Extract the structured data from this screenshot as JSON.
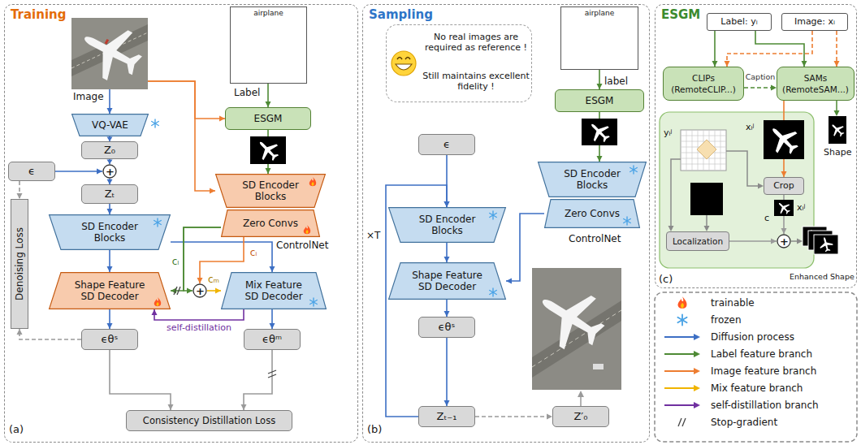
{
  "diagram": {
    "nodes": [
      {
        "text": [
          "Training",
          "(a)"
        ]
      },
      {
        "text": [
          "Image"
        ],
        "in": 0
      },
      {
        "text": [
          "airplane",
          "Label"
        ],
        "in": 0
      },
      {
        "text": [
          "VQ-VAE"
        ],
        "in": 0
      },
      {
        "text": [
          "ESGM"
        ],
        "in": 0
      },
      {
        "text": [
          "Z₀"
        ],
        "in": 0
      },
      {
        "text": [
          "SD Encoder Blocks"
        ],
        "in": 0
      },
      {
        "text": [
          "Zero Convs"
        ],
        "in": 0
      },
      {
        "text": [
          "ϵ"
        ],
        "in": 0
      },
      {
        "text": [
          "+"
        ],
        "in": 0
      },
      {
        "text": [
          "Zₜ"
        ],
        "in": 0
      },
      {
        "text": [
          "SD Encoder Blocks"
        ],
        "in": 0
      },
      {
        "text": [
          "Shape Feature SD Decoder"
        ],
        "in": 0
      },
      {
        "text": [
          "+"
        ],
        "in": 0
      },
      {
        "text": [
          "Mix Feature SD Decoder"
        ],
        "in": 0
      },
      {
        "text": [
          "ϵθˢ"
        ],
        "in": 0
      },
      {
        "text": [
          "ϵθᵐ"
        ],
        "in": 0
      },
      {
        "text": [
          "Denoising Loss"
        ],
        "in": 0
      },
      {
        "text": [
          "Consistency Distillation Loss"
        ],
        "in": 0
      },
      {
        "text": [
          "Sampling",
          "(b)"
        ]
      },
      {
        "text": [
          "No real images are required as reference !",
          "Still maintains excellent fidelity !"
        ],
        "in": 19
      },
      {
        "text": [
          "airplane",
          "label"
        ],
        "in": 19
      },
      {
        "text": [
          "ESGM"
        ],
        "in": 19
      },
      {
        "text": [
          "ϵ"
        ],
        "in": 19
      },
      {
        "text": [
          "SD Encoder Blocks"
        ],
        "in": 19
      },
      {
        "text": [
          "Zero Convs"
        ],
        "in": 19
      },
      {
        "text": [
          "SD Encoder Blocks"
        ],
        "in": 19
      },
      {
        "text": [
          "Shape Feature SD Decoder"
        ],
        "in": 19
      },
      {
        "text": [
          "ϵθˢ"
        ],
        "in": 19
      },
      {
        "text": [
          "Zₜ₋₁"
        ],
        "in": 19
      },
      {
        "text": [
          "Z′₀"
        ],
        "in": 19
      },
      {
        "text": [
          "ESGM",
          "(c)"
        ]
      },
      {
        "text": [
          "Label: yᵢ"
        ],
        "in": 31
      },
      {
        "text": [
          "Image: xᵢ"
        ],
        "in": 31
      },
      {
        "text": [
          "CLIPs (RemoteCLIP...)"
        ],
        "in": 31
      },
      {
        "text": [
          "SAMs (RemoteSAM...)"
        ],
        "in": 31
      },
      {
        "text": [
          "Crop"
        ],
        "in": 31
      },
      {
        "text": [
          "Localization"
        ],
        "in": 31
      },
      {
        "text": [
          "+"
        ],
        "in": 31
      }
    ],
    "edges": [
      {
        "from": 1,
        "to": 3,
        "arrow": "to"
      },
      {
        "from": 1,
        "to": 4,
        "arrow": "to"
      },
      {
        "from": 1,
        "to": 6,
        "arrow": "to"
      },
      {
        "from": 2,
        "to": 4,
        "arrow": "to"
      },
      {
        "from": 4,
        "to": 6,
        "arrow": "to"
      },
      {
        "from": 3,
        "to": 5,
        "arrow": "to"
      },
      {
        "from": 5,
        "to": 9,
        "arrow": "to"
      },
      {
        "from": 8,
        "to": 9,
        "arrow": "to"
      },
      {
        "from": 9,
        "to": 10,
        "arrow": "to"
      },
      {
        "from": 10,
        "to": 11,
        "arrow": "to"
      },
      {
        "from": 11,
        "to": 12,
        "arrow": "to"
      },
      {
        "from": 11,
        "to": 14,
        "arrow": "to"
      },
      {
        "from": 7,
        "to": 12,
        "label": "cₗ",
        "arrow": "to"
      },
      {
        "from": 7,
        "to": 13,
        "arrow": "to"
      },
      {
        "from": 7,
        "to": 13,
        "label": "cᵢ",
        "arrow": "to"
      },
      {
        "from": 13,
        "to": 14,
        "label": "cₘ",
        "arrow": "to"
      },
      {
        "from": 14,
        "to": 12,
        "label": "self-distillation",
        "arrow": "to"
      },
      {
        "from": 12,
        "to": 15,
        "arrow": "to"
      },
      {
        "from": 14,
        "to": 16,
        "arrow": "to"
      },
      {
        "from": 15,
        "to": 18,
        "arrow": "to"
      },
      {
        "from": 16,
        "to": 18,
        "arrow": "to"
      },
      {
        "from": 8,
        "to": 17,
        "arrow": "to"
      },
      {
        "from": 15,
        "to": 17,
        "arrow": "to"
      },
      {
        "from": 21,
        "to": 22,
        "arrow": "to"
      },
      {
        "from": 22,
        "to": 24,
        "arrow": "to"
      },
      {
        "from": 23,
        "to": 26,
        "arrow": "to"
      },
      {
        "from": 25,
        "to": 27,
        "arrow": "to"
      },
      {
        "from": 26,
        "to": 27,
        "arrow": "to"
      },
      {
        "from": 27,
        "to": 28,
        "arrow": "to"
      },
      {
        "from": 28,
        "to": 29,
        "arrow": "to"
      },
      {
        "from": 29,
        "to": 26,
        "arrow": "to"
      },
      {
        "from": 29,
        "to": 30,
        "arrow": "to"
      },
      {
        "from": 32,
        "to": 34,
        "arrow": "to"
      },
      {
        "from": 33,
        "to": 34,
        "arrow": "to"
      },
      {
        "from": 32,
        "to": 35,
        "arrow": "to"
      },
      {
        "from": 33,
        "to": 35,
        "arrow": "to"
      },
      {
        "from": 34,
        "to": 35,
        "label": "Caption",
        "arrow": "to"
      },
      {
        "from": 35,
        "to": 36,
        "arrow": "to"
      },
      {
        "from": 36,
        "to": 38,
        "arrow": "to"
      },
      {
        "from": 37,
        "to": 38,
        "arrow": "to"
      }
    ],
    "labels": [
      "ControlNet",
      "ControlNet",
      "×T",
      "yᵢʲ",
      "xᵢʲ",
      "xᵢʲ",
      "c",
      "Shape",
      "Enhanced Shape"
    ],
    "legend": [
      {
        "text": "trainable"
      },
      {
        "text": "frozen"
      },
      {
        "text": "Diffusion process"
      },
      {
        "text": "Label feature branch"
      },
      {
        "text": "Image feature branch"
      },
      {
        "text": "Mix feature branch"
      },
      {
        "text": "self-distillation branch"
      },
      {
        "text": "Stop-gradient"
      }
    ]
  }
}
